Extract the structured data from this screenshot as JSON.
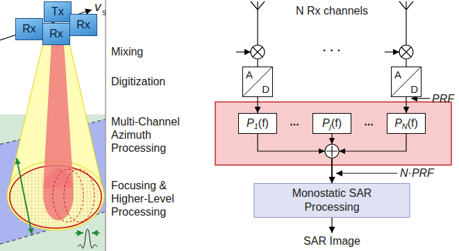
{
  "diagram": {
    "nodes": [
      {
        "text": [
          "Tx"
        ]
      },
      {
        "text": [
          "Rx"
        ]
      },
      {
        "text": [
          "Rx"
        ]
      },
      {
        "text": [
          "Rx"
        ]
      },
      {
        "text": [
          "A",
          "D"
        ]
      },
      {
        "text": [
          "A",
          "D"
        ]
      },
      {
        "text": [
          "P",
          "1",
          "(f)"
        ]
      },
      {
        "text": [
          "P",
          "j",
          "(f)"
        ]
      },
      {
        "text": [
          "P",
          "N",
          "(f)"
        ]
      },
      {
        "text": [
          "Monostatic SAR Processing"
        ]
      }
    ],
    "edges": [
      {
        "from": 4,
        "to": 6,
        "arrow": "to"
      },
      {
        "from": 5,
        "to": 8,
        "arrow": "to"
      },
      {
        "from": 6,
        "to": 9,
        "arrow": "to"
      },
      {
        "from": 7,
        "to": 9,
        "arrow": "to"
      },
      {
        "from": 8,
        "to": 9,
        "arrow": "to"
      }
    ],
    "labels": [
      "v",
      "s",
      "N Rx channels",
      "· · ·",
      "Mixing",
      "Digitization",
      "PRF",
      "Multi-Channel Azimuth Processing",
      "...",
      "...",
      "N·PRF",
      "Focusing & Higher-Level Processing",
      "SAR Image"
    ]
  }
}
